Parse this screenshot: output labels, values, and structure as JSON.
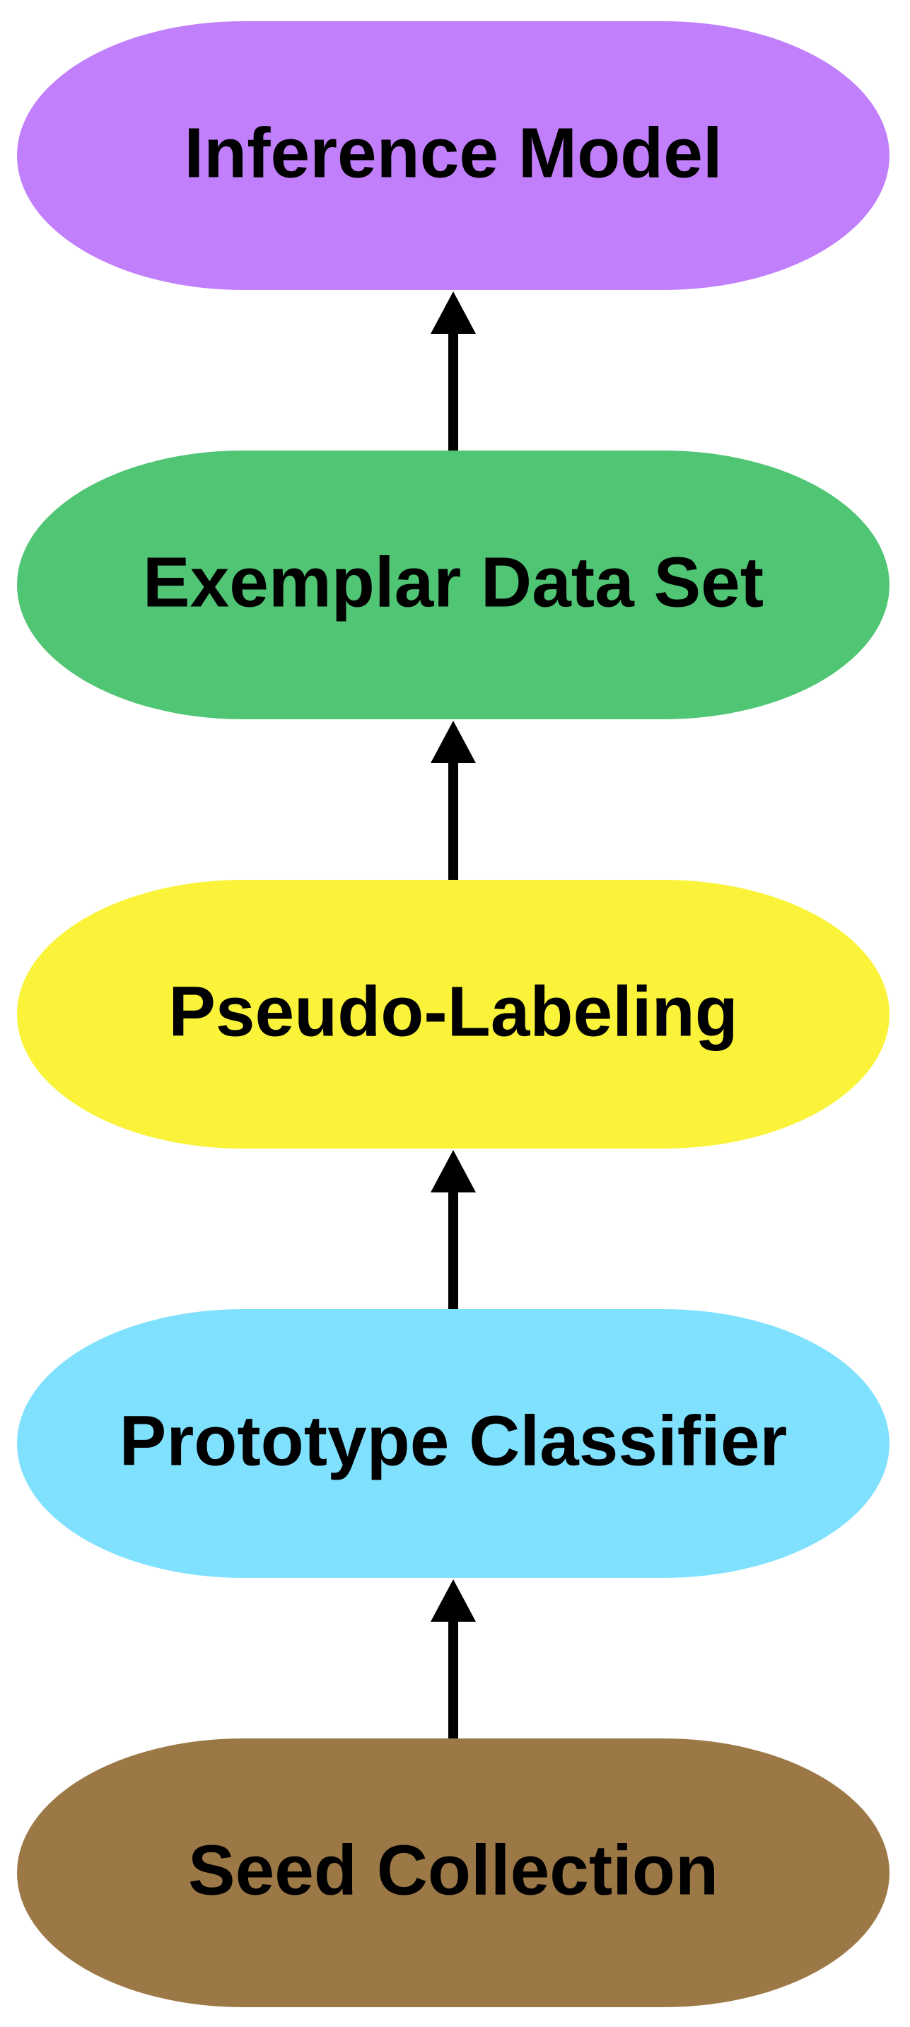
{
  "diagram": {
    "nodes": [
      {
        "id": "inference-model",
        "label": "Inference Model",
        "color": "#C27FFC"
      },
      {
        "id": "exemplar-data-set",
        "label": "Exemplar Data Set",
        "color": "#50C574"
      },
      {
        "id": "pseudo-labeling",
        "label": "Pseudo-Labeling",
        "color": "#FAF33A"
      },
      {
        "id": "prototype-classifier",
        "label": "Prototype Classifier",
        "color": "#80E1FF"
      },
      {
        "id": "seed-collection",
        "label": "Seed Collection",
        "color": "#9C7846"
      }
    ],
    "edges": [
      {
        "from": "seed-collection",
        "to": "prototype-classifier"
      },
      {
        "from": "prototype-classifier",
        "to": "pseudo-labeling"
      },
      {
        "from": "pseudo-labeling",
        "to": "exemplar-data-set"
      },
      {
        "from": "exemplar-data-set",
        "to": "inference-model"
      }
    ],
    "edge_color": "#000000"
  }
}
